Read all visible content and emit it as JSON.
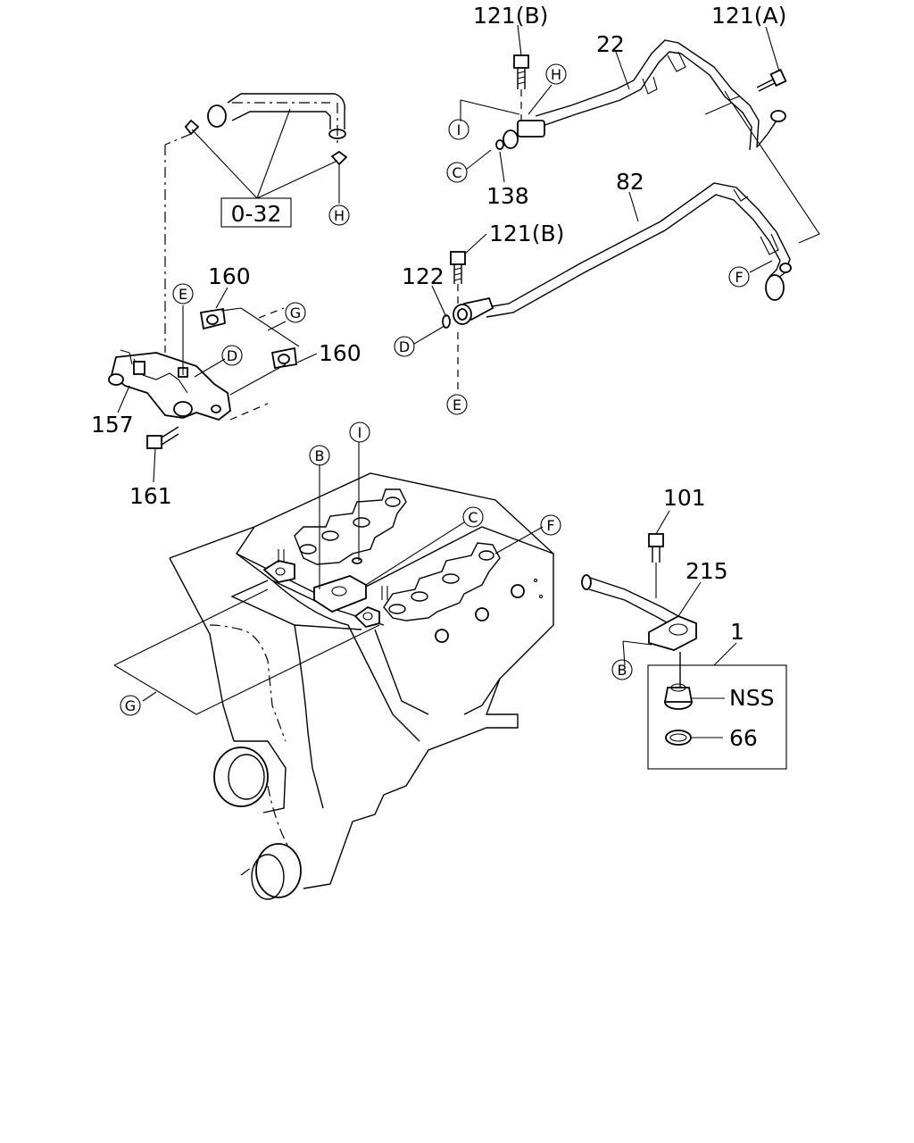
{
  "part_numbers": {
    "p121b_top": "121(B)",
    "p121a": "121(A)",
    "p22": "22",
    "p138": "138",
    "p82": "82",
    "p121b_mid": "121(B)",
    "p122": "122",
    "p160_top": "160",
    "p160_right": "160",
    "p157": "157",
    "p161": "161",
    "p101": "101",
    "p215": "215",
    "p1": "1",
    "nss": "NSS",
    "p66": "66"
  },
  "ref_box": "0-32",
  "callout_letters": {
    "h_top": "H",
    "i_top": "I",
    "c_top": "C",
    "h_left": "H",
    "f_right": "F",
    "d_mid": "D",
    "e_mid": "E",
    "g_left": "G",
    "e_left": "E",
    "d_left": "D",
    "b_engine": "B",
    "i_engine": "I",
    "c_engine": "C",
    "f_engine": "F",
    "g_engine": "G",
    "b_thermo": "B"
  }
}
